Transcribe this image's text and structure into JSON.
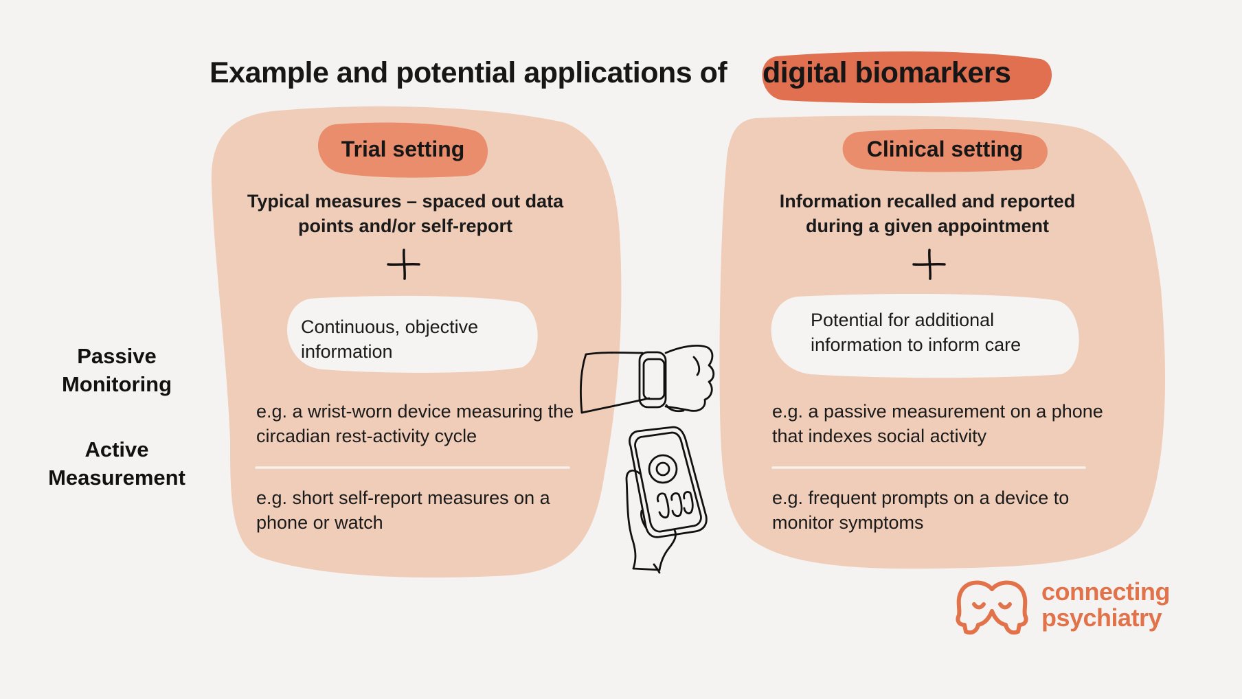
{
  "title": {
    "prefix": "Example and potential applications of",
    "highlight": "digital biomarkers"
  },
  "row_labels": {
    "passive": "Passive Monitoring",
    "active": "Active Measurement"
  },
  "trial": {
    "label": "Trial setting",
    "measures": "Typical measures – spaced out data points and/or self-report",
    "addition": "Continuous, objective information",
    "passive_example": "e.g. a wrist-worn device measuring the circadian rest-activity cycle",
    "active_example": "e.g. short self-report measures on a phone or watch"
  },
  "clinical": {
    "label": "Clinical setting",
    "measures": "Information recalled and reported during a given appointment",
    "addition": "Potential for additional information to inform care",
    "passive_example": "e.g. a passive measurement on a phone that indexes social activity",
    "active_example": "e.g. frequent prompts on a device to monitor symptoms"
  },
  "brand": {
    "line1": "connecting",
    "line2": "psychiatry"
  },
  "icons": [
    "plus-icon",
    "smartwatch-wrist-icon",
    "hand-holding-phone-icon",
    "connecting-heads-logo-icon"
  ],
  "colors": {
    "background": "#f5f3f1",
    "panel": "#f0cdb8",
    "pill": "#e98d6c",
    "title_highlight": "#e07050",
    "cloud": "#f6f4f2",
    "brand": "#e1724a"
  }
}
